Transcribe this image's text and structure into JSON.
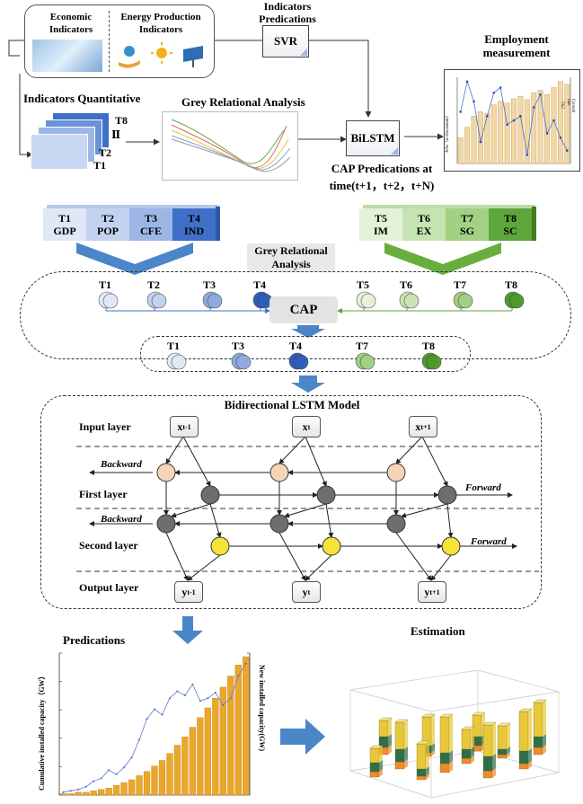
{
  "top": {
    "economic_indicators": "Economic Indicators",
    "energy_indicators": "Energy Production Indicators",
    "indicators_predications": "Indicators Predications",
    "svr": "SVR",
    "employment_measurement": "Employment measurement",
    "indicators_quantitative": "Indicators Quantitative",
    "grey_relational_analysis": "Grey Relational Analysis",
    "bilstm": "BiLSTM",
    "cap_predications": "CAP Predications at",
    "cap_time": "time(t+1，t+2，t+N)",
    "stack_t8": "T8",
    "stack_ii": "Ⅱ",
    "stack_t2": "T2",
    "stack_t1": "T1",
    "emp_ylabel_left": "Jobs（in thousands）",
    "emp_ylabel_right": "Growth rate（%）"
  },
  "indicators": {
    "left": [
      {
        "code": "T1",
        "name": "GDP",
        "color": "#dfe8f7"
      },
      {
        "code": "T2",
        "name": "POP",
        "color": "#c3d3ef"
      },
      {
        "code": "T3",
        "name": "CFE",
        "color": "#9db6e6"
      },
      {
        "code": "T4",
        "name": "IND",
        "color": "#3f6fc9"
      }
    ],
    "right": [
      {
        "code": "T5",
        "name": "IM",
        "color": "#e3f1d9"
      },
      {
        "code": "T6",
        "name": "EX",
        "color": "#c6e3b2"
      },
      {
        "code": "T7",
        "name": "SG",
        "color": "#a3d184"
      },
      {
        "code": "T8",
        "name": "SC",
        "color": "#5ea53a"
      }
    ]
  },
  "gra": {
    "title": "Grey Relational Analysis",
    "cap": "CAP",
    "nodes": [
      {
        "label": "T1",
        "color": "#e2e9f6"
      },
      {
        "label": "T2",
        "color": "#c3d2ee"
      },
      {
        "label": "T3",
        "color": "#8eaadf"
      },
      {
        "label": "T4",
        "color": "#2f5db8"
      },
      {
        "label": "T5",
        "color": "#e6f2dc"
      },
      {
        "label": "T6",
        "color": "#c8e4b4"
      },
      {
        "label": "T7",
        "color": "#a2cf82"
      },
      {
        "label": "T8",
        "color": "#4d9a2a"
      }
    ],
    "selected": [
      {
        "label": "T1",
        "color": "#e2e9f6"
      },
      {
        "label": "T3",
        "color": "#8eaadf"
      },
      {
        "label": "T4",
        "color": "#2f5db8"
      },
      {
        "label": "T7",
        "color": "#a2cf82"
      },
      {
        "label": "T8",
        "color": "#4d9a2a"
      }
    ]
  },
  "lstm": {
    "title": "Bidirectional LSTM Model",
    "input_layer": "Input layer",
    "first_layer": "First layer",
    "second_layer": "Second layer",
    "output_layer": "Output layer",
    "backward": "Backward",
    "forward": "Forward",
    "inputs": [
      "x",
      "x",
      "x"
    ],
    "input_subs": [
      "t-1",
      "t",
      "t+1"
    ],
    "outputs": [
      "y",
      "y",
      "y"
    ],
    "output_subs": [
      "t-1",
      "t",
      "t+1"
    ]
  },
  "bottom": {
    "predications": "Predications",
    "estimation": "Estimation",
    "ylabel_left": "Cumulative installed capacity（GW）",
    "ylabel_right": "New installed capacity(GW)"
  },
  "chart_data": [
    {
      "type": "bar",
      "title": "Employment measurement",
      "ylabel": "Jobs（in thousands）",
      "y2label": "Growth rate（%）",
      "values": [
        30,
        42,
        55,
        60,
        58,
        68,
        72,
        70,
        75,
        78,
        74,
        82,
        85,
        80,
        88,
        95,
        92
      ],
      "line_values": [
        60,
        95,
        72,
        25,
        55,
        82,
        88,
        45,
        50,
        55,
        10,
        65,
        80,
        35,
        50,
        30,
        15
      ]
    },
    {
      "type": "bar",
      "title": "",
      "ylabel": "Cumulative installed capacity（GW）",
      "y2label": "New installed capacity(GW)",
      "values": [
        1,
        1,
        2,
        2,
        3,
        4,
        5,
        7,
        9,
        11,
        14,
        17,
        21,
        25,
        30,
        36,
        42,
        49,
        56,
        63,
        70,
        78,
        86,
        94,
        100
      ],
      "line_values": [
        2,
        3,
        4,
        6,
        10,
        12,
        18,
        15,
        20,
        27,
        40,
        55,
        62,
        58,
        70,
        75,
        72,
        80,
        68,
        70,
        74,
        65,
        70,
        86,
        95
      ]
    },
    {
      "type": "bar",
      "title": "",
      "series": [
        {
          "name": "",
          "values": [
            16,
            30,
            28,
            40,
            22,
            35,
            26,
            44,
            18,
            32,
            24,
            38
          ]
        },
        {
          "name": "",
          "values": [
            10,
            14,
            8,
            12,
            10,
            16,
            6,
            14,
            12,
            8,
            10,
            12
          ]
        },
        {
          "name": "",
          "values": [
            6,
            8,
            4,
            10,
            6,
            8,
            4,
            6,
            8,
            4,
            6,
            8
          ]
        }
      ]
    }
  ]
}
